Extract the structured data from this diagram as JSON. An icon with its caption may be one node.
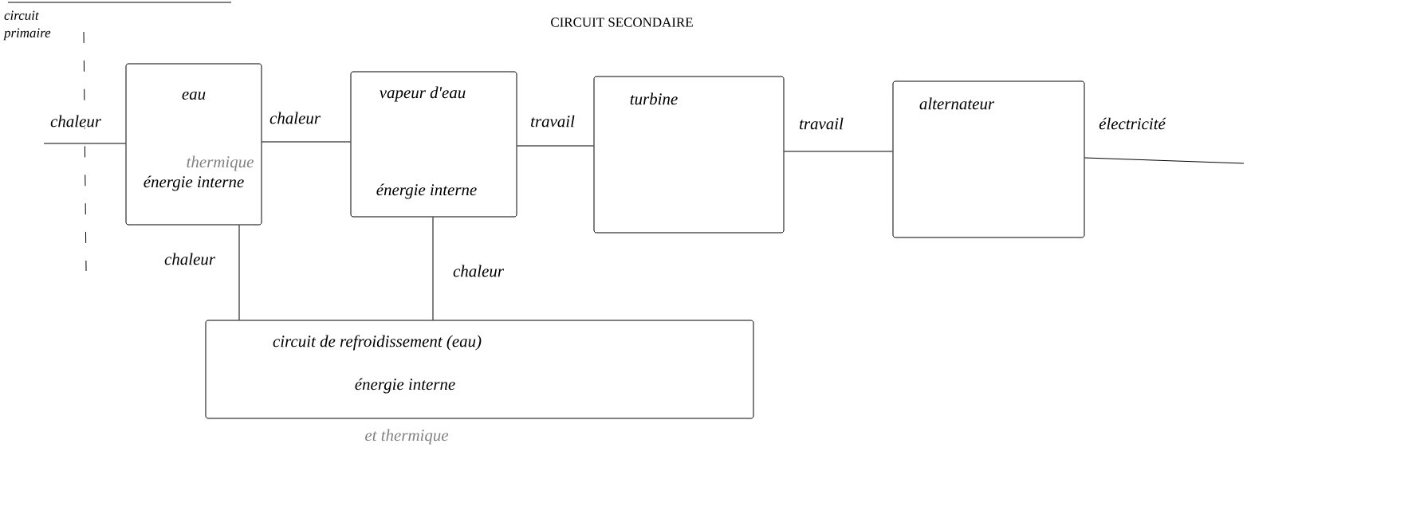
{
  "diagram": {
    "title": "CIRCUIT SECONDAIRE",
    "nodes": [
      {
        "text": [
          "eau",
          "thermique",
          "énergie interne"
        ]
      },
      {
        "text": [
          "vapeur d'eau",
          "énergie interne"
        ]
      },
      {
        "text": [
          "turbine"
        ]
      },
      {
        "text": [
          "alternateur"
        ]
      },
      {
        "text": [
          "circuit de refroidissement (eau)",
          "énergie interne"
        ],
        "beside": [
          "et thermique"
        ]
      }
    ],
    "edges": [
      {
        "from": null,
        "to": 0,
        "arrow": "none",
        "label": "chaleur"
      },
      {
        "from": 0,
        "to": 1,
        "arrow": "none",
        "label": "chaleur"
      },
      {
        "from": 1,
        "to": 2,
        "arrow": "none",
        "label": "travail"
      },
      {
        "from": 2,
        "to": 3,
        "arrow": "none",
        "label": "travail"
      },
      {
        "from": 3,
        "to": null,
        "arrow": "none",
        "label": "électricité"
      },
      {
        "from": 0,
        "to": 4,
        "arrow": "none",
        "label": "chaleur"
      },
      {
        "from": 1,
        "to": 4,
        "arrow": "none",
        "label": "chaleur"
      }
    ],
    "labels": [
      "circuit primaire"
    ]
  }
}
